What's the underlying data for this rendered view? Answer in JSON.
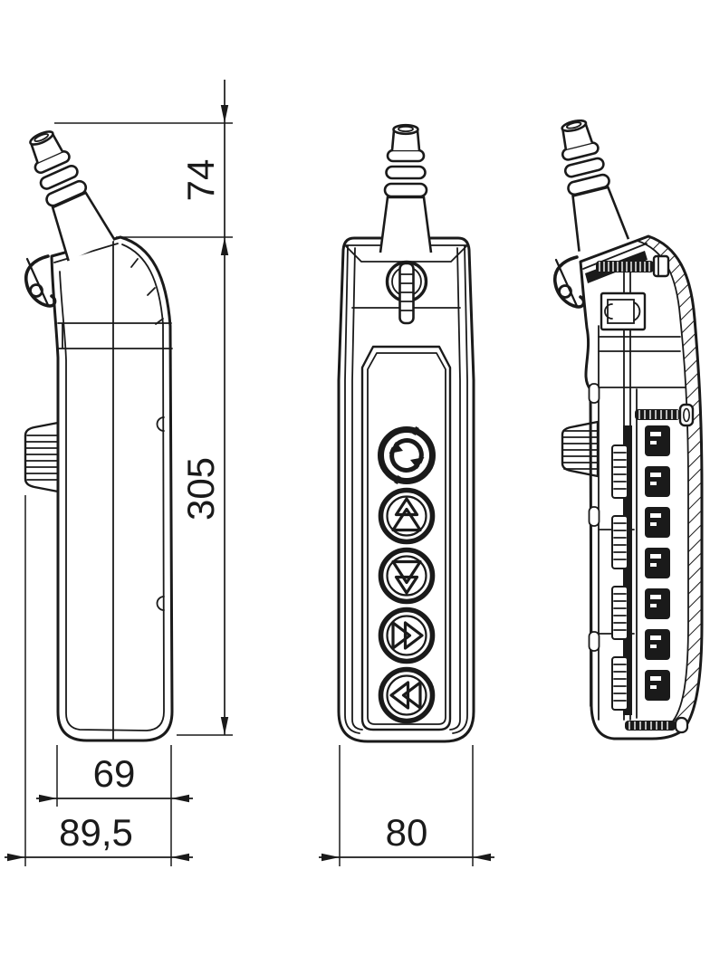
{
  "drawing": {
    "kind": "technical-three-view-drawing",
    "subject": "pendant-push-button-control-station",
    "colors": {
      "line": "#1a1a1a",
      "background": "#ffffff"
    },
    "views": [
      {
        "id": "side-view"
      },
      {
        "id": "front-view"
      },
      {
        "id": "section-view"
      }
    ],
    "dimensions": {
      "gland_height": "74",
      "body_height": "305",
      "body_depth": "69",
      "total_depth": "89,5",
      "body_width": "80"
    },
    "front_view_buttons": [
      {
        "name": "emergency-stop-button",
        "icon": "rotate-to-release-icon"
      },
      {
        "name": "up-button",
        "icon": "double-triangle-up-icon"
      },
      {
        "name": "down-button",
        "icon": "double-triangle-down-icon"
      },
      {
        "name": "right-button",
        "icon": "double-triangle-right-icon"
      },
      {
        "name": "left-button",
        "icon": "double-triangle-left-icon"
      }
    ]
  }
}
